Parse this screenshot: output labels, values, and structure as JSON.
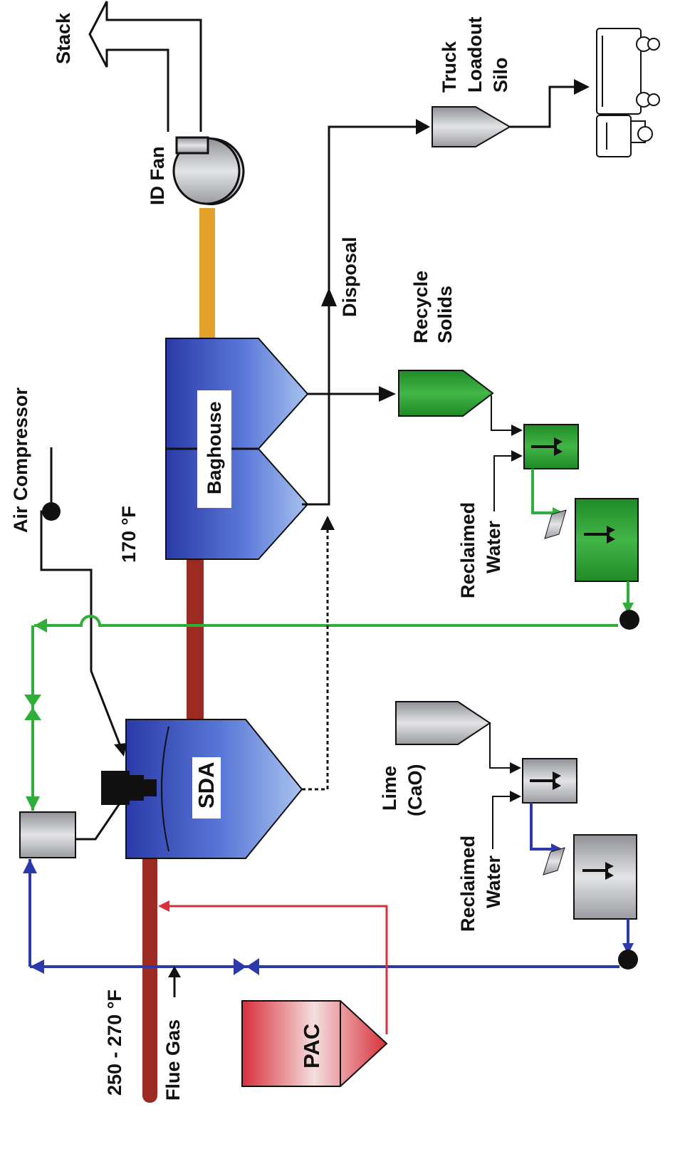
{
  "labels": {
    "stack": "Stack",
    "id_fan": "ID Fan",
    "truck_loadout_1": "Truck",
    "truck_loadout_2": "Loadout",
    "truck_loadout_3": "Silo",
    "disposal": "Disposal",
    "recycle_solids_1": "Recycle",
    "recycle_solids_2": "Solids",
    "air_compressor": "Air Compressor",
    "baghouse": "Baghouse",
    "temp_outlet": "170 °F",
    "reclaimed_water_recycle_1": "Reclaimed",
    "reclaimed_water_recycle_2": "Water",
    "sda": "SDA",
    "lime_1": "Lime",
    "lime_2": "(CaO)",
    "reclaimed_water_lime_1": "Reclaimed",
    "reclaimed_water_lime_2": "Water",
    "temp_inlet": "250 - 270 °F",
    "flue_gas": "Flue Gas",
    "pac": "PAC"
  },
  "colors": {
    "flue_gas_duct": "#9b2a22",
    "clean_gas_duct": "#e3a12b",
    "recycle_line": "#2fae3a",
    "lime_line": "#2b3aa8",
    "pac_line": "#d8303a",
    "solids_line": "#111111",
    "vessel_blue": "#3a4fc0",
    "tank_green": "#2f9a34",
    "tank_gray": "#b7b9bd"
  }
}
